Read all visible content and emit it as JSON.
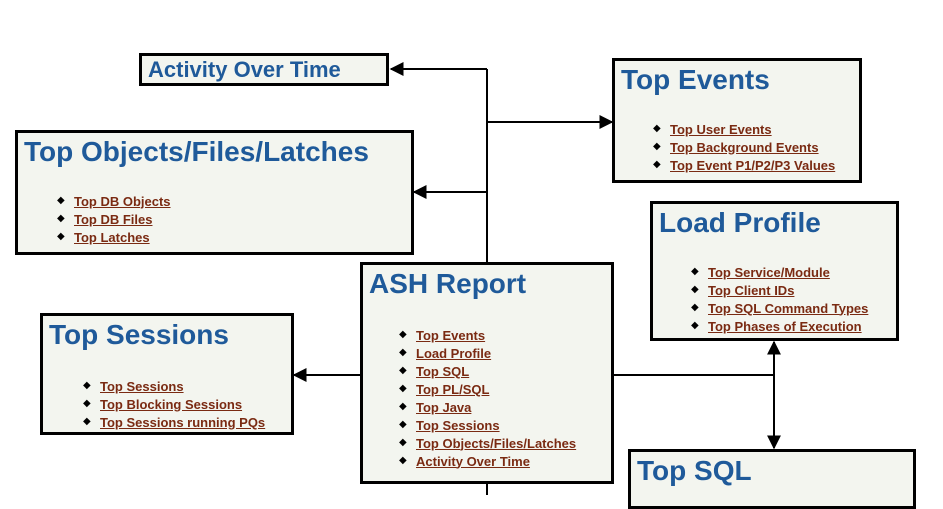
{
  "boxes": {
    "activity": {
      "title": "Activity Over Time",
      "items": []
    },
    "top_events": {
      "title": "Top Events",
      "items": [
        "Top User Events",
        "Top Background Events",
        "Top Event P1/P2/P3 Values"
      ]
    },
    "top_objects": {
      "title": "Top Objects/Files/Latches",
      "items": [
        "Top DB Objects",
        "Top DB Files",
        "Top Latches"
      ]
    },
    "load_profile": {
      "title": "Load Profile",
      "items": [
        "Top Service/Module",
        "Top Client IDs",
        "Top SQL Command Types",
        "Top Phases of Execution"
      ]
    },
    "ash_report": {
      "title": "ASH Report",
      "items": [
        "Top Events",
        "Load Profile",
        "Top SQL",
        "Top PL/SQL",
        "Top Java",
        "Top Sessions",
        "Top Objects/Files/Latches",
        "Activity Over Time"
      ]
    },
    "top_sessions": {
      "title": "Top Sessions",
      "items": [
        "Top Sessions",
        "Top Blocking Sessions",
        "Top Sessions running PQs"
      ]
    },
    "top_sql": {
      "title": "Top SQL",
      "items": []
    }
  },
  "colors": {
    "title": "#1f5a9a",
    "link": "#7a2a12",
    "box_fill": "#f3f5ef",
    "border": "#000000"
  }
}
